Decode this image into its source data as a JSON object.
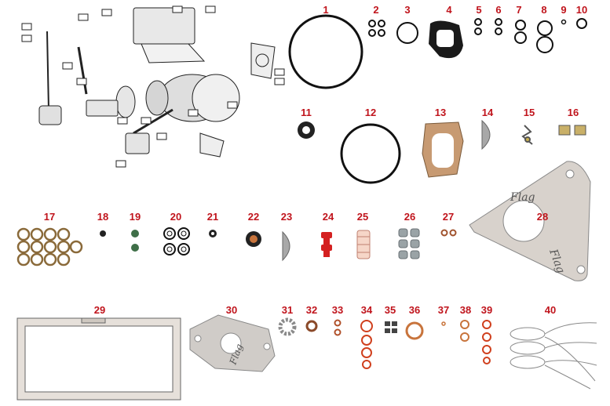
{
  "colors": {
    "label_red": "#c0141c",
    "line_black": "#111111",
    "gasket_gray": "#d8d2cc",
    "copper": "#c8743c",
    "rubber_green": "#3f6f48",
    "plastic_red": "#d42020"
  },
  "diagram": {
    "exploded_view": "pump-exploded-view-drawing",
    "gasket_brand_text": "Flag",
    "parts": [
      {
        "number": "1",
        "shape": "large-o-ring"
      },
      {
        "number": "2",
        "shape": "small-o-ring-set"
      },
      {
        "number": "3",
        "shape": "o-ring"
      },
      {
        "number": "4",
        "shape": "black-gasket"
      },
      {
        "number": "5",
        "shape": "small-o-ring-pair"
      },
      {
        "number": "6",
        "shape": "small-o-ring-pair"
      },
      {
        "number": "7",
        "shape": "o-ring-pair"
      },
      {
        "number": "8",
        "shape": "o-ring-pair"
      },
      {
        "number": "9",
        "shape": "tiny-ring"
      },
      {
        "number": "10",
        "shape": "o-ring"
      },
      {
        "number": "11",
        "shape": "oil-seal"
      },
      {
        "number": "12",
        "shape": "large-o-ring"
      },
      {
        "number": "13",
        "shape": "paper-gasket"
      },
      {
        "number": "14",
        "shape": "woodruff-key"
      },
      {
        "number": "15",
        "shape": "spring-clip"
      },
      {
        "number": "16",
        "shape": "clip-pair"
      },
      {
        "number": "17",
        "shape": "copper-washer-set"
      },
      {
        "number": "18",
        "shape": "small-seal"
      },
      {
        "number": "19",
        "shape": "green-seal-pair"
      },
      {
        "number": "20",
        "shape": "star-washer-set"
      },
      {
        "number": "21",
        "shape": "small-seal"
      },
      {
        "number": "22",
        "shape": "oil-seal"
      },
      {
        "number": "23",
        "shape": "woodruff-key"
      },
      {
        "number": "24",
        "shape": "red-plug-pair"
      },
      {
        "number": "25",
        "shape": "filter"
      },
      {
        "number": "26",
        "shape": "grommet-set"
      },
      {
        "number": "27",
        "shape": "copper-washer-pair"
      },
      {
        "number": "28",
        "shape": "triangular-gasket"
      },
      {
        "number": "29",
        "shape": "rectangular-gasket"
      },
      {
        "number": "30",
        "shape": "flag-gasket"
      },
      {
        "number": "31",
        "shape": "lock-washer"
      },
      {
        "number": "32",
        "shape": "copper-washer"
      },
      {
        "number": "33",
        "shape": "small-copper-washer-pair"
      },
      {
        "number": "34",
        "shape": "copper-o-ring-set"
      },
      {
        "number": "35",
        "shape": "block-seal-set"
      },
      {
        "number": "36",
        "shape": "copper-ring"
      },
      {
        "number": "37",
        "shape": "tiny-ring"
      },
      {
        "number": "38",
        "shape": "copper-washer-pair"
      },
      {
        "number": "39",
        "shape": "copper-o-ring-set"
      },
      {
        "number": "40",
        "shape": "wire-seal-set"
      }
    ]
  }
}
